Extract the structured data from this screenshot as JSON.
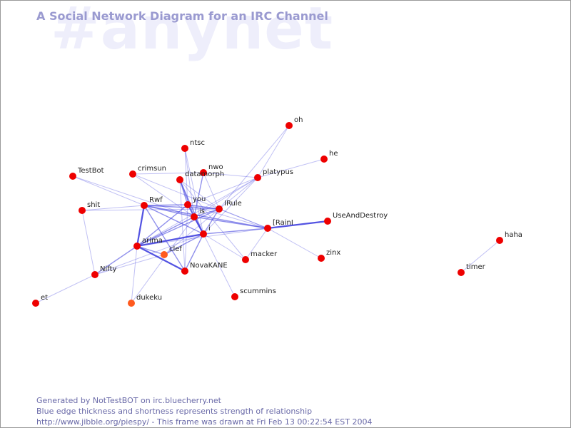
{
  "watermark": "#anynet",
  "title": "A Social Network Diagram for an IRC Channel",
  "footer": {
    "line1": "Generated by NotTestBOT on irc.bluecherry.net",
    "line2": "Blue edge thickness and shortness represents strength of relationship",
    "line3": "http://www.jibble.org/piespy/ - This frame was drawn at Fri Feb 13 00:22:54 EST 2004"
  },
  "colors": {
    "node": "#ee0000",
    "node_highlight": "#ff5a1e",
    "edge": "#4a4ae0",
    "title": "#9a9ad0",
    "footer": "#6a6aa8"
  },
  "nodes": [
    {
      "id": "oh",
      "label": "oh",
      "color": "node"
    },
    {
      "id": "he",
      "label": "he",
      "color": "node"
    },
    {
      "id": "ntsc",
      "label": "ntsc",
      "color": "node"
    },
    {
      "id": "TestBot",
      "label": "TestBot",
      "color": "node"
    },
    {
      "id": "crimsun",
      "label": "crimsun",
      "color": "node"
    },
    {
      "id": "nwo",
      "label": "nwo",
      "color": "node"
    },
    {
      "id": "datamorph",
      "label": "datamorph",
      "color": "node"
    },
    {
      "id": "platypus",
      "label": "platypus",
      "color": "node"
    },
    {
      "id": "shit",
      "label": "shit",
      "color": "node"
    },
    {
      "id": "Rwf",
      "label": "Rwf",
      "color": "node"
    },
    {
      "id": "you",
      "label": "you",
      "color": "node"
    },
    {
      "id": "IRule",
      "label": "IRule",
      "color": "node"
    },
    {
      "id": "is",
      "label": "is",
      "color": "node"
    },
    {
      "id": "UseAndDestroy",
      "label": "UseAndDestroy",
      "color": "node"
    },
    {
      "id": "IRainI",
      "label": "[RainI",
      "color": "node"
    },
    {
      "id": "i",
      "label": "i",
      "color": "node"
    },
    {
      "id": "haha",
      "label": "haha",
      "color": "node"
    },
    {
      "id": "arima",
      "label": "arima",
      "color": "node"
    },
    {
      "id": "clef",
      "label": "clef",
      "color": "node_highlight"
    },
    {
      "id": "macker",
      "label": "macker",
      "color": "node"
    },
    {
      "id": "zinx",
      "label": "zinx",
      "color": "node"
    },
    {
      "id": "NovaKANE",
      "label": "NovaKANE",
      "color": "node"
    },
    {
      "id": "Nifty",
      "label": "Nifty",
      "color": "node"
    },
    {
      "id": "timer",
      "label": "timer",
      "color": "node"
    },
    {
      "id": "scummins",
      "label": "scummins",
      "color": "node"
    },
    {
      "id": "et",
      "label": "et",
      "color": "node"
    },
    {
      "id": "dukeku",
      "label": "dukeku",
      "color": "node_highlight"
    }
  ],
  "edges": [
    {
      "from": "oh",
      "to": "platypus",
      "weight": 1
    },
    {
      "from": "oh",
      "to": "IRule",
      "weight": 1
    },
    {
      "from": "he",
      "to": "platypus",
      "weight": 1
    },
    {
      "from": "ntsc",
      "to": "you",
      "weight": 1
    },
    {
      "from": "ntsc",
      "to": "is",
      "weight": 1
    },
    {
      "from": "ntsc",
      "to": "i",
      "weight": 1
    },
    {
      "from": "TestBot",
      "to": "Rwf",
      "weight": 1
    },
    {
      "from": "TestBot",
      "to": "is",
      "weight": 1
    },
    {
      "from": "crimsun",
      "to": "nwo",
      "weight": 1
    },
    {
      "from": "crimsun",
      "to": "IRainI",
      "weight": 1
    },
    {
      "from": "crimsun",
      "to": "is",
      "weight": 1
    },
    {
      "from": "nwo",
      "to": "platypus",
      "weight": 1
    },
    {
      "from": "nwo",
      "to": "is",
      "weight": 2
    },
    {
      "from": "nwo",
      "to": "IRule",
      "weight": 1
    },
    {
      "from": "datamorph",
      "to": "is",
      "weight": 2
    },
    {
      "from": "datamorph",
      "to": "i",
      "weight": 2
    },
    {
      "from": "datamorph",
      "to": "you",
      "weight": 2
    },
    {
      "from": "datamorph",
      "to": "IRule",
      "weight": 1
    },
    {
      "from": "datamorph",
      "to": "macker",
      "weight": 1
    },
    {
      "from": "datamorph",
      "to": "NovaKANE",
      "weight": 1
    },
    {
      "from": "platypus",
      "to": "is",
      "weight": 1
    },
    {
      "from": "platypus",
      "to": "i",
      "weight": 1
    },
    {
      "from": "platypus",
      "to": "IRule",
      "weight": 1
    },
    {
      "from": "platypus",
      "to": "you",
      "weight": 1
    },
    {
      "from": "platypus",
      "to": "arima",
      "weight": 1
    },
    {
      "from": "shit",
      "to": "Rwf",
      "weight": 1
    },
    {
      "from": "shit",
      "to": "Nifty",
      "weight": 1
    },
    {
      "from": "shit",
      "to": "IRule",
      "weight": 1
    },
    {
      "from": "Rwf",
      "to": "you",
      "weight": 2
    },
    {
      "from": "Rwf",
      "to": "IRule",
      "weight": 2
    },
    {
      "from": "Rwf",
      "to": "is",
      "weight": 2
    },
    {
      "from": "Rwf",
      "to": "i",
      "weight": 2
    },
    {
      "from": "Rwf",
      "to": "arima",
      "weight": 3
    },
    {
      "from": "Rwf",
      "to": "NovaKANE",
      "weight": 2
    },
    {
      "from": "Rwf",
      "to": "IRainI",
      "weight": 2
    },
    {
      "from": "you",
      "to": "is",
      "weight": 2
    },
    {
      "from": "you",
      "to": "i",
      "weight": 2
    },
    {
      "from": "you",
      "to": "IRule",
      "weight": 2
    },
    {
      "from": "you",
      "to": "arima",
      "weight": 2
    },
    {
      "from": "you",
      "to": "NovaKANE",
      "weight": 1
    },
    {
      "from": "you",
      "to": "IRainI",
      "weight": 1
    },
    {
      "from": "IRule",
      "to": "is",
      "weight": 2
    },
    {
      "from": "IRule",
      "to": "i",
      "weight": 2
    },
    {
      "from": "IRule",
      "to": "arima",
      "weight": 2
    },
    {
      "from": "IRule",
      "to": "clef",
      "weight": 1
    },
    {
      "from": "IRule",
      "to": "IRainI",
      "weight": 1
    },
    {
      "from": "is",
      "to": "i",
      "weight": 3
    },
    {
      "from": "is",
      "to": "arima",
      "weight": 2
    },
    {
      "from": "is",
      "to": "IRainI",
      "weight": 2
    },
    {
      "from": "is",
      "to": "dukeku",
      "weight": 1
    },
    {
      "from": "i",
      "to": "IRainI",
      "weight": 2
    },
    {
      "from": "i",
      "to": "arima",
      "weight": 3
    },
    {
      "from": "i",
      "to": "clef",
      "weight": 2
    },
    {
      "from": "i",
      "to": "NovaKANE",
      "weight": 2
    },
    {
      "from": "i",
      "to": "macker",
      "weight": 1
    },
    {
      "from": "i",
      "to": "scummins",
      "weight": 1
    },
    {
      "from": "i",
      "to": "Nifty",
      "weight": 1
    },
    {
      "from": "IRainI",
      "to": "UseAndDestroy",
      "weight": 3
    },
    {
      "from": "IRainI",
      "to": "zinx",
      "weight": 1
    },
    {
      "from": "IRainI",
      "to": "macker",
      "weight": 1
    },
    {
      "from": "IRainI",
      "to": "arima",
      "weight": 1
    },
    {
      "from": "arima",
      "to": "clef",
      "weight": 2
    },
    {
      "from": "arima",
      "to": "NovaKANE",
      "weight": 3
    },
    {
      "from": "arima",
      "to": "Nifty",
      "weight": 2
    },
    {
      "from": "arima",
      "to": "dukeku",
      "weight": 1
    },
    {
      "from": "clef",
      "to": "Nifty",
      "weight": 1
    },
    {
      "from": "Nifty",
      "to": "et",
      "weight": 1
    },
    {
      "from": "haha",
      "to": "timer",
      "weight": 1
    }
  ]
}
